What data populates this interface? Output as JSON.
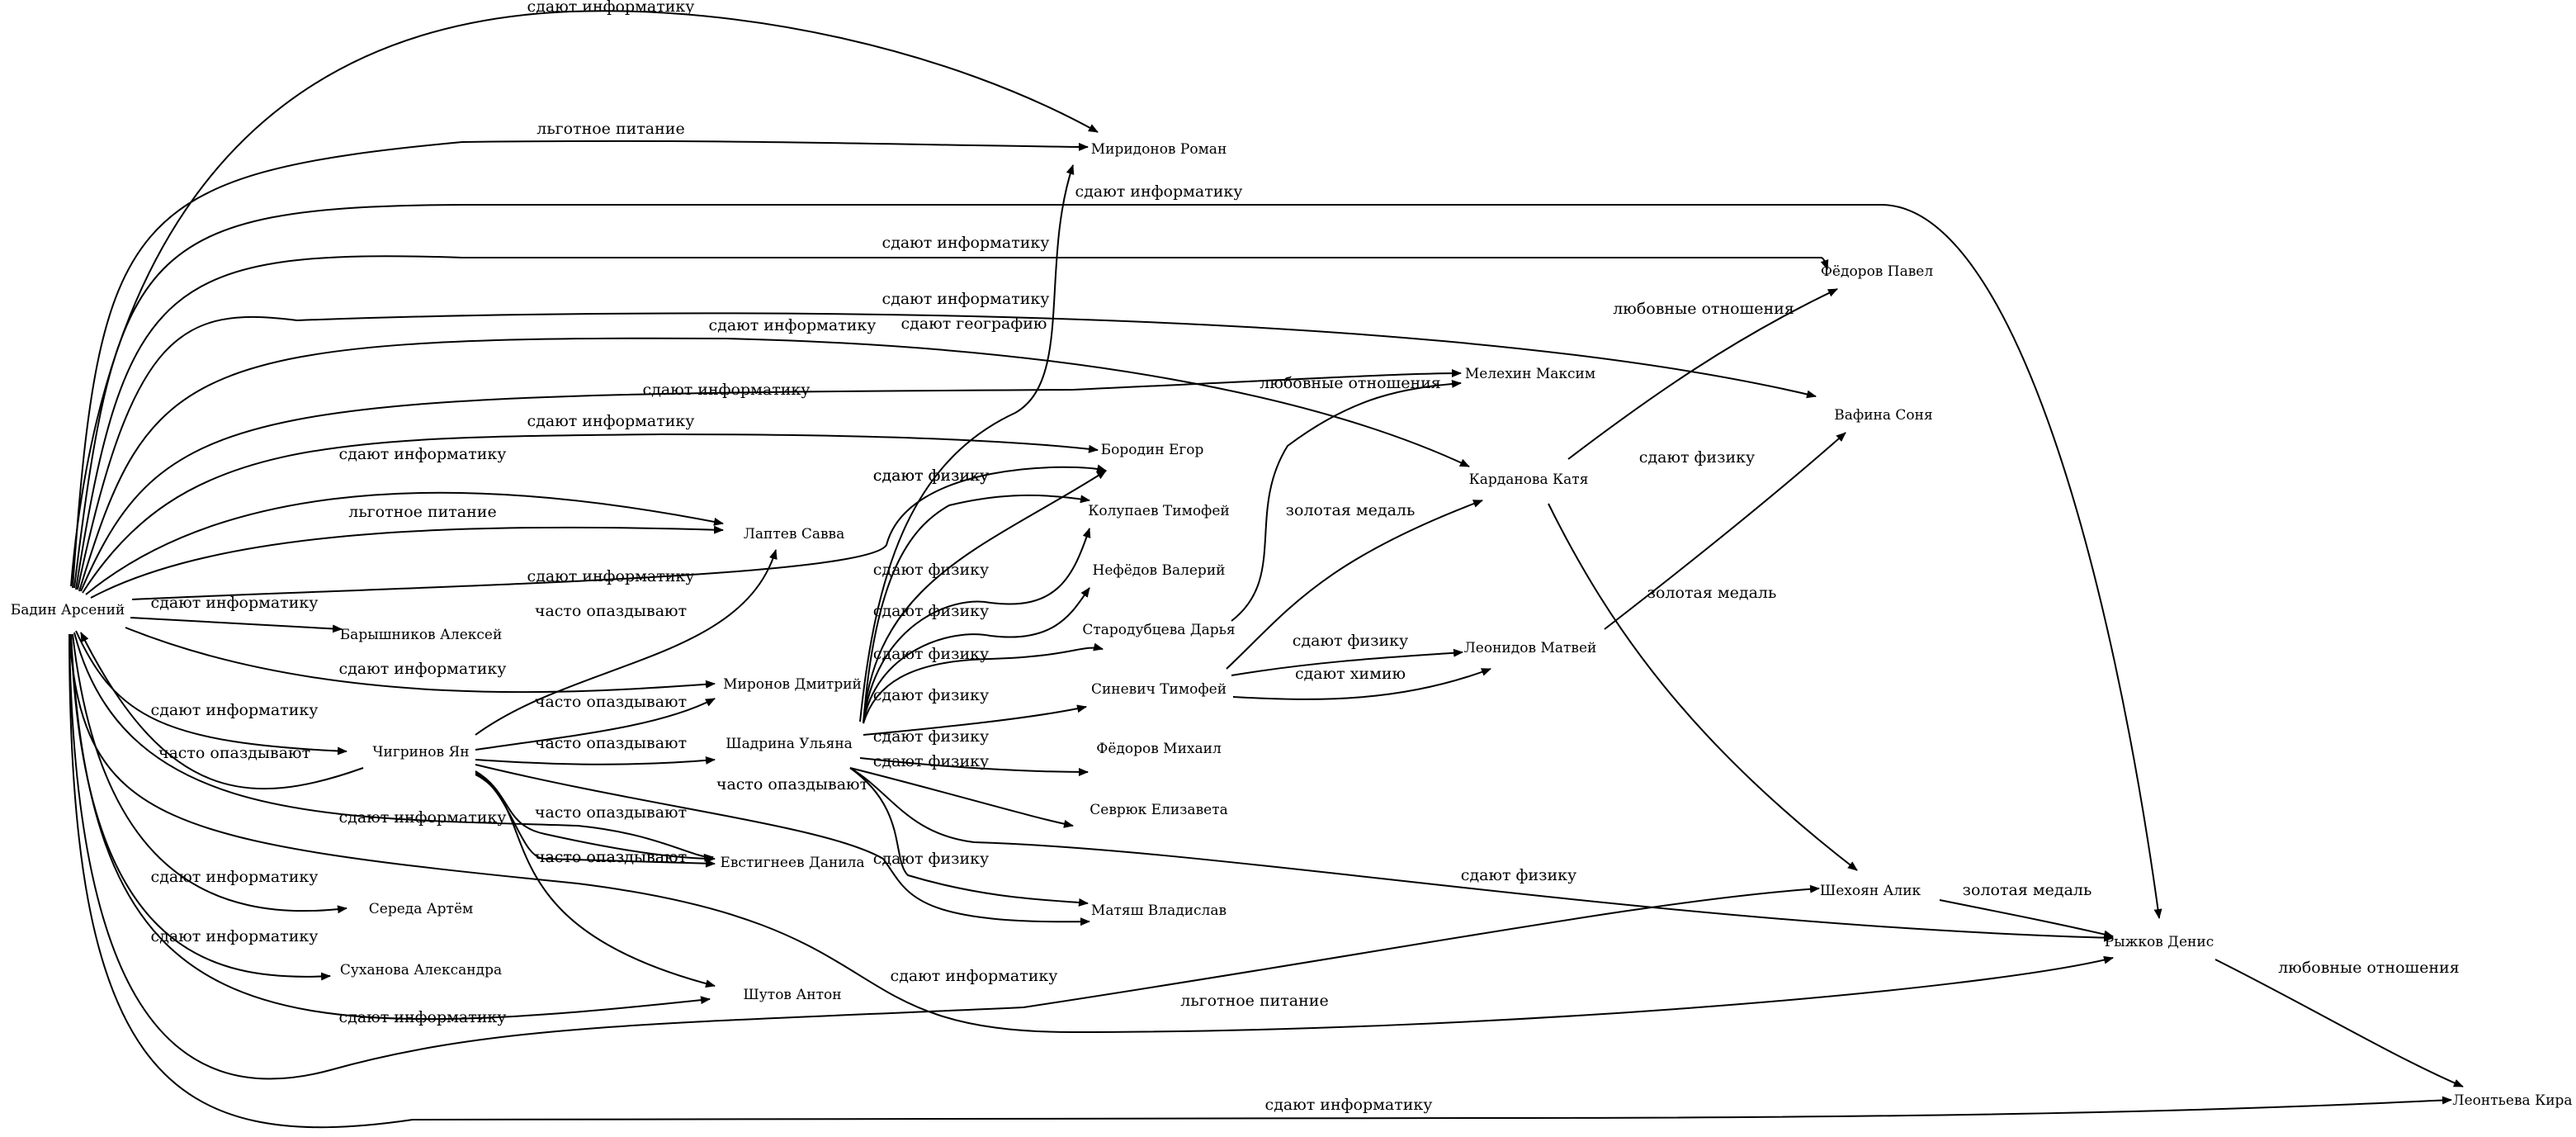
{
  "diagram": {
    "type": "directed-graph",
    "nodes": [
      {
        "id": "badin",
        "label": "Бадин Арсений"
      },
      {
        "id": "miridonov",
        "label": "Миридонов Роман"
      },
      {
        "id": "fedorov_p",
        "label": "Фёдоров Павел"
      },
      {
        "id": "vafina",
        "label": "Вафина Соня"
      },
      {
        "id": "melekhin",
        "label": "Мелехин Максим"
      },
      {
        "id": "kardanova",
        "label": "Карданова Катя"
      },
      {
        "id": "borodin",
        "label": "Бородин Егор"
      },
      {
        "id": "kolupaev",
        "label": "Колупаев Тимофей"
      },
      {
        "id": "laptev",
        "label": "Лаптев Савва"
      },
      {
        "id": "nefedov",
        "label": "Нефёдов Валерий"
      },
      {
        "id": "starodubtseva",
        "label": "Стародубцева Дарья"
      },
      {
        "id": "baryshnikov",
        "label": "Барышников Алексей"
      },
      {
        "id": "leonidov",
        "label": "Леонидов Матвей"
      },
      {
        "id": "mironov",
        "label": "Миронов Дмитрий"
      },
      {
        "id": "sinevich",
        "label": "Синевич Тимофей"
      },
      {
        "id": "shadrina",
        "label": "Шадрина Ульяна"
      },
      {
        "id": "chigrinov",
        "label": "Чигринов Ян"
      },
      {
        "id": "fedorov_m",
        "label": "Фёдоров Михаил"
      },
      {
        "id": "sevryuk",
        "label": "Севрюк Елизавета"
      },
      {
        "id": "evstigneev",
        "label": "Евстигнеев Данила"
      },
      {
        "id": "shekhoyan",
        "label": "Шехоян Алик"
      },
      {
        "id": "matyash",
        "label": "Матяш Владислав"
      },
      {
        "id": "sereda",
        "label": "Середа Артём"
      },
      {
        "id": "ryzhkov",
        "label": "Рыжков Денис"
      },
      {
        "id": "sukhanova",
        "label": "Суханова Александра"
      },
      {
        "id": "shutov",
        "label": "Шутов Антон"
      },
      {
        "id": "leontyeva",
        "label": "Леонтьева Кира"
      }
    ],
    "edges": [
      {
        "from": "badin",
        "to": "miridonov",
        "label": "сдают информатику"
      },
      {
        "from": "badin",
        "to": "miridonov",
        "label": "льготное питание"
      },
      {
        "from": "badin",
        "to": "ryzhkov",
        "label": "сдают информатику"
      },
      {
        "from": "badin",
        "to": "fedorov_p",
        "label": "сдают информатику"
      },
      {
        "from": "badin",
        "to": "vafina",
        "label": "сдают информатику"
      },
      {
        "from": "badin",
        "to": "kardanova",
        "label": "сдают информатику"
      },
      {
        "from": "badin",
        "to": "melekhin",
        "label": "сдают информатику"
      },
      {
        "from": "badin",
        "to": "borodin",
        "label": "сдают информатику"
      },
      {
        "from": "badin",
        "to": "laptev",
        "label": "сдают информатику"
      },
      {
        "from": "badin",
        "to": "laptev",
        "label": "льготное питание"
      },
      {
        "from": "badin",
        "to": "kolupaev",
        "label": "сдают информатику"
      },
      {
        "from": "badin",
        "to": "baryshnikov",
        "label": "сдают информатику"
      },
      {
        "from": "badin",
        "to": "mironov",
        "label": "сдают информатику"
      },
      {
        "from": "badin",
        "to": "chigrinov",
        "label": "сдают информатику"
      },
      {
        "from": "chigrinov",
        "to": "badin",
        "label": "часто опаздывают"
      },
      {
        "from": "badin",
        "to": "evstigneev",
        "label": "сдают информатику"
      },
      {
        "from": "badin",
        "to": "sereda",
        "label": "сдают информатику"
      },
      {
        "from": "badin",
        "to": "sukhanova",
        "label": "сдают информатику"
      },
      {
        "from": "badin",
        "to": "shutov",
        "label": "сдают информатику"
      },
      {
        "from": "badin",
        "to": "ryzhkov",
        "label": "сдают информатику"
      },
      {
        "from": "badin",
        "to": "shekhoyan",
        "label": "льготное питание"
      },
      {
        "from": "badin",
        "to": "leontyeva",
        "label": "сдают информатику"
      },
      {
        "from": "chigrinov",
        "to": "laptev",
        "label": "часто опаздывают"
      },
      {
        "from": "chigrinov",
        "to": "mironov",
        "label": "часто опаздывают"
      },
      {
        "from": "chigrinov",
        "to": "shadrina",
        "label": "часто опаздывают"
      },
      {
        "from": "chigrinov",
        "to": "matyash",
        "label": "часто опаздывают"
      },
      {
        "from": "chigrinov",
        "to": "evstigneev",
        "label": "часто опаздывают"
      },
      {
        "from": "chigrinov",
        "to": "evstigneev",
        "label": "часто опаздывают"
      },
      {
        "from": "chigrinov",
        "to": "shutov",
        "label": "часто опаздывают"
      },
      {
        "from": "shadrina",
        "to": "miridonov",
        "label": "сдают географию"
      },
      {
        "from": "shadrina",
        "to": "borodin",
        "label": "сдают физику"
      },
      {
        "from": "shadrina",
        "to": "kolupaev",
        "label": "сдают физику"
      },
      {
        "from": "shadrina",
        "to": "nefedov",
        "label": "сдают физику"
      },
      {
        "from": "shadrina",
        "to": "starodubtseva",
        "label": "сдают физику"
      },
      {
        "from": "shadrina",
        "to": "sinevich",
        "label": "сдают физику"
      },
      {
        "from": "shadrina",
        "to": "sinevich",
        "label": "сдают физику"
      },
      {
        "from": "shadrina",
        "to": "fedorov_m",
        "label": "сдают физику"
      },
      {
        "from": "shadrina",
        "to": "sevryuk",
        "label": "сдают физику"
      },
      {
        "from": "shadrina",
        "to": "matyash",
        "label": "сдают физику"
      },
      {
        "from": "shadrina",
        "to": "ryzhkov",
        "label": "сдают физику"
      },
      {
        "from": "starodubtseva",
        "to": "melekhin",
        "label": "любовные отношения"
      },
      {
        "from": "sinevich",
        "to": "kardanova",
        "label": "золотая медаль"
      },
      {
        "from": "sinevich",
        "to": "leonidov",
        "label": "сдают физику"
      },
      {
        "from": "sinevich",
        "to": "leonidov",
        "label": "сдают химию"
      },
      {
        "from": "kardanova",
        "to": "fedorov_p",
        "label": "любовные отношения"
      },
      {
        "from": "kardanova",
        "to": "shekhoyan",
        "label": "золотая медаль"
      },
      {
        "from": "leonidov",
        "to": "vafina",
        "label": "сдают физику"
      },
      {
        "from": "shekhoyan",
        "to": "ryzhkov",
        "label": "золотая медаль"
      },
      {
        "from": "ryzhkov",
        "to": "leontyeva",
        "label": "любовные отношения"
      }
    ]
  }
}
